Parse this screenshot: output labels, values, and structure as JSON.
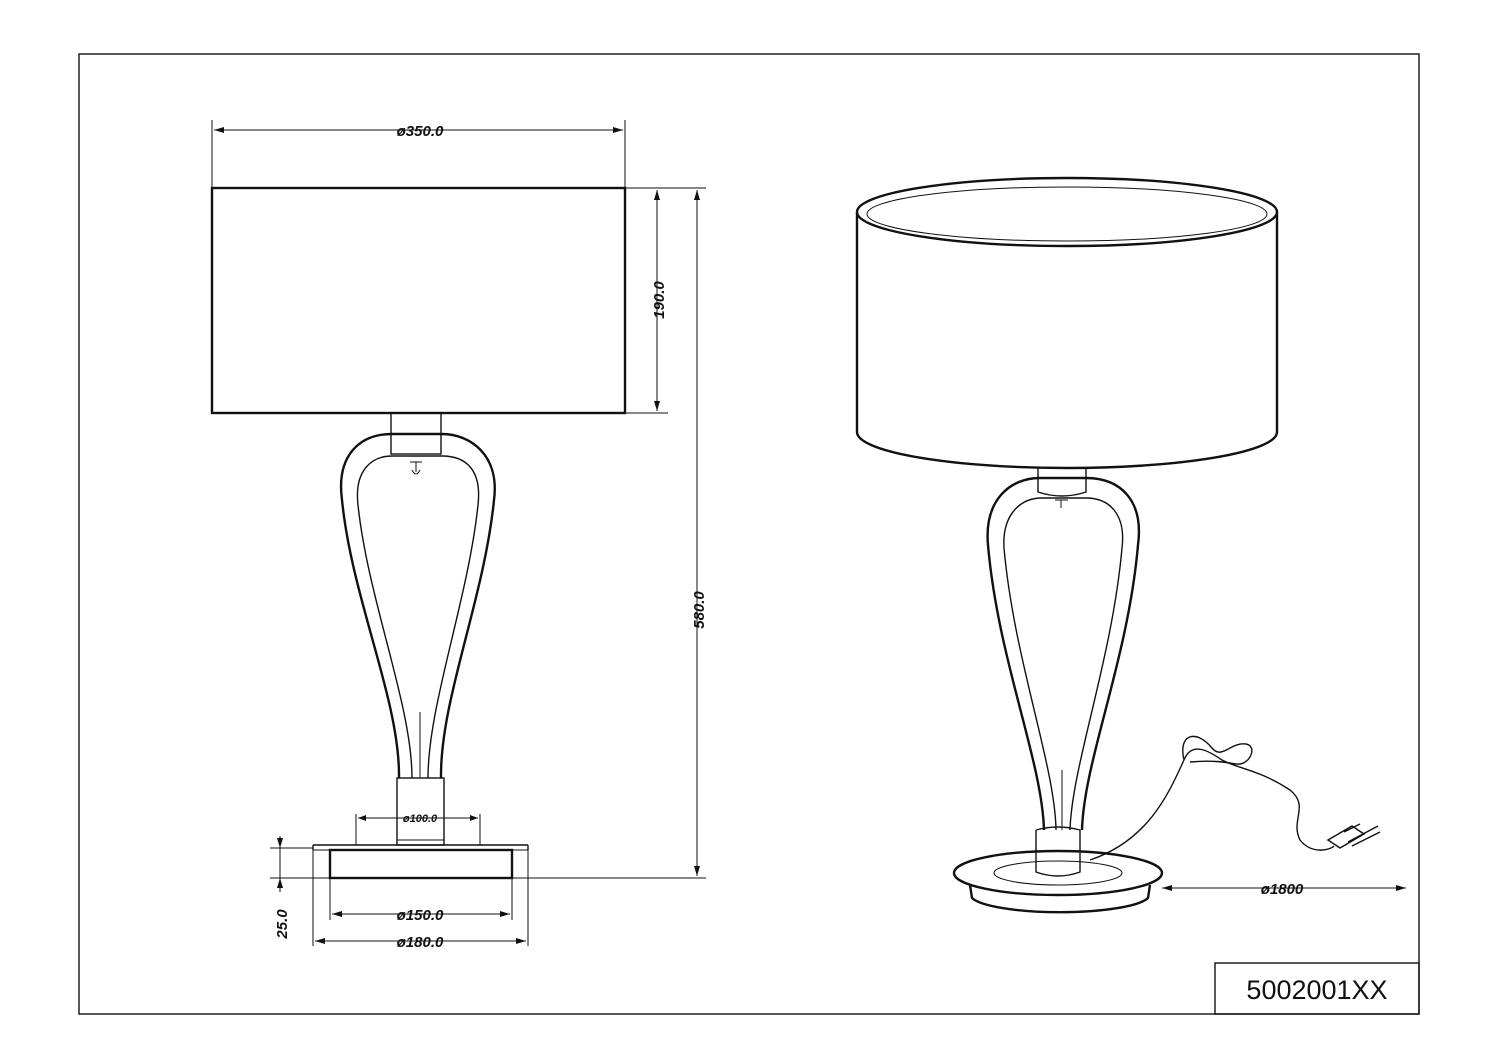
{
  "title_block": {
    "code": "5002001XX"
  },
  "dimensions": {
    "shade_diameter": "ø350.0",
    "shade_height": "190.0",
    "total_height": "580.0",
    "stem_diameter": "ø100.0",
    "base_inner_diameter": "ø150.0",
    "base_outer_diameter": "ø180.0",
    "base_height": "25.0",
    "cable_length": "ø1800"
  }
}
